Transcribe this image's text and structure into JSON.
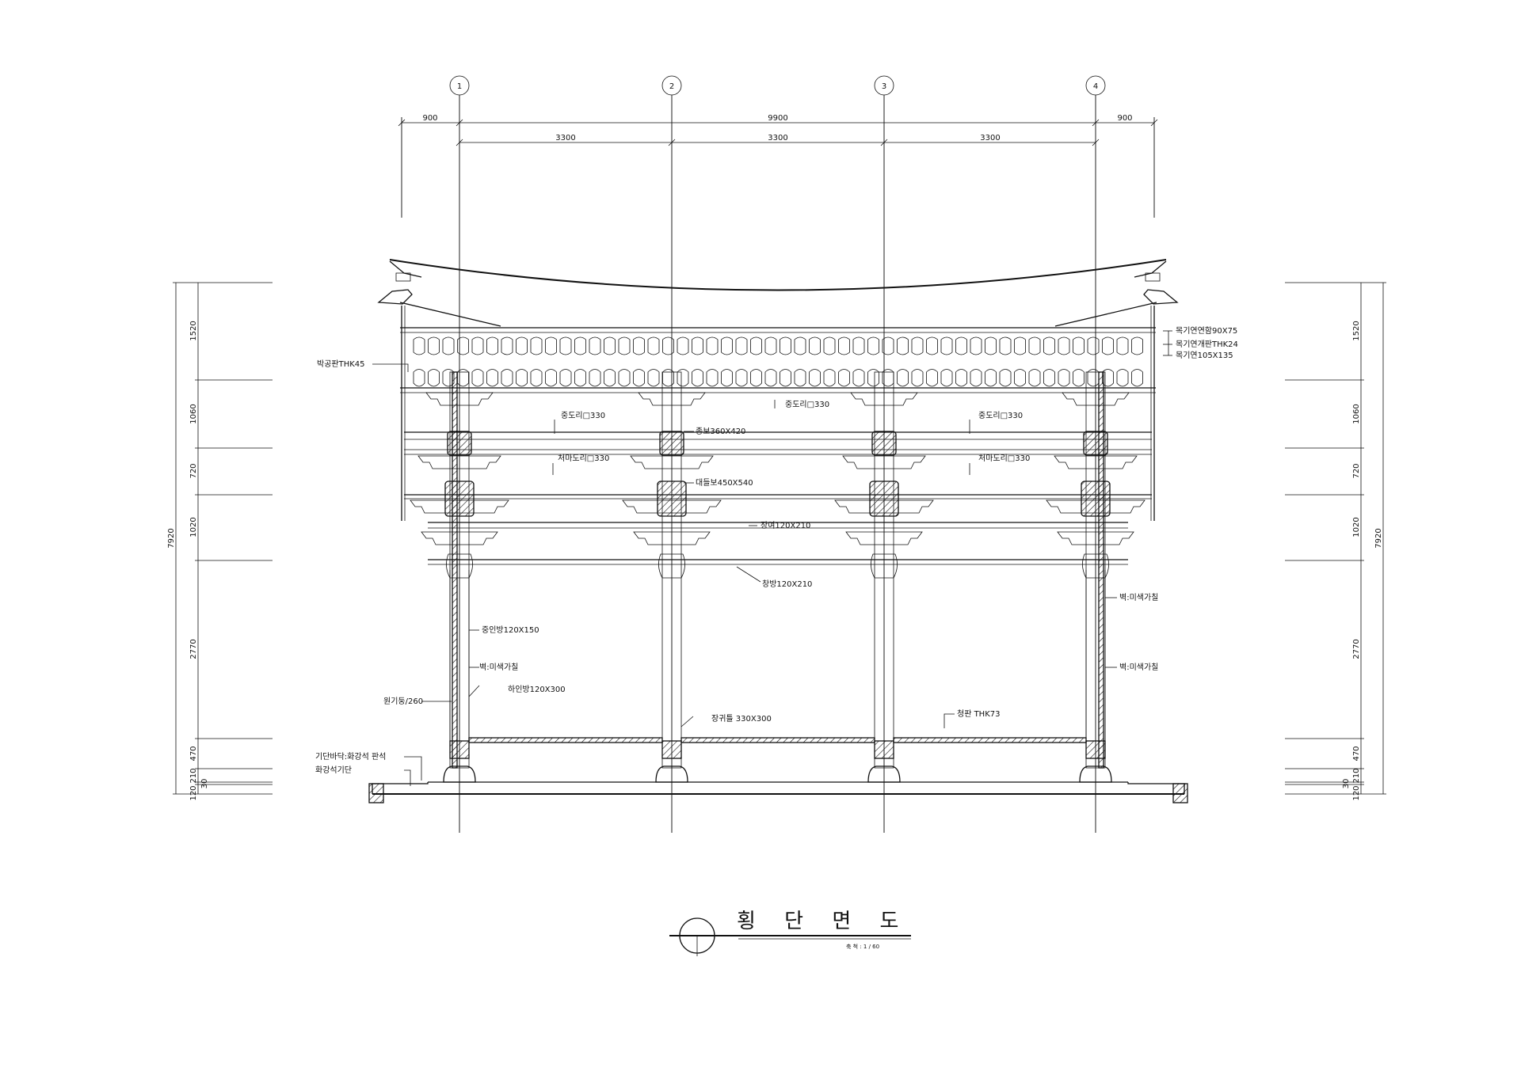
{
  "drawing": {
    "title": "횡 단 면 도",
    "scale": "축 척 : 1 / 60"
  },
  "grid_axes": [
    "1",
    "2",
    "3",
    "4"
  ],
  "dimensions": {
    "top_overall": [
      "900",
      "9900",
      "900"
    ],
    "top_bays": [
      "3300",
      "3300",
      "3300"
    ],
    "left_heights": [
      "1520",
      "1060",
      "720",
      "1020",
      "2770",
      "470",
      "210",
      "30",
      "120"
    ],
    "left_total": "7920",
    "right_heights": [
      "1520",
      "1060",
      "720",
      "1020",
      "2770",
      "470",
      "210",
      "30",
      "120"
    ],
    "right_total": "7920"
  },
  "notes": {
    "n1": "목기연연함90X75",
    "n2": "목기연개판THK24",
    "n3": "목기연105X135",
    "n4": "박공판THK45",
    "n5": "중도리□330",
    "n6": "중도리□330",
    "n7": "중도리□330",
    "n8": "종보360X420",
    "n9": "처마도리□330",
    "n10": "처마도리□330",
    "n11": "대들보450X540",
    "n12": "장여120X210",
    "n13": "창방120X210",
    "n14": "중인방120X150",
    "n15": "벽:미색가칠",
    "n16": "벽:미색가칠",
    "n17": "벽:미색가칠",
    "n18": "하인방120X300",
    "n19": "원기둥/260",
    "n20": "장귀틀 330X300",
    "n21": "청판 THK73",
    "n22": "기단바닥:화강석 판석",
    "n23": "화강석기단"
  }
}
